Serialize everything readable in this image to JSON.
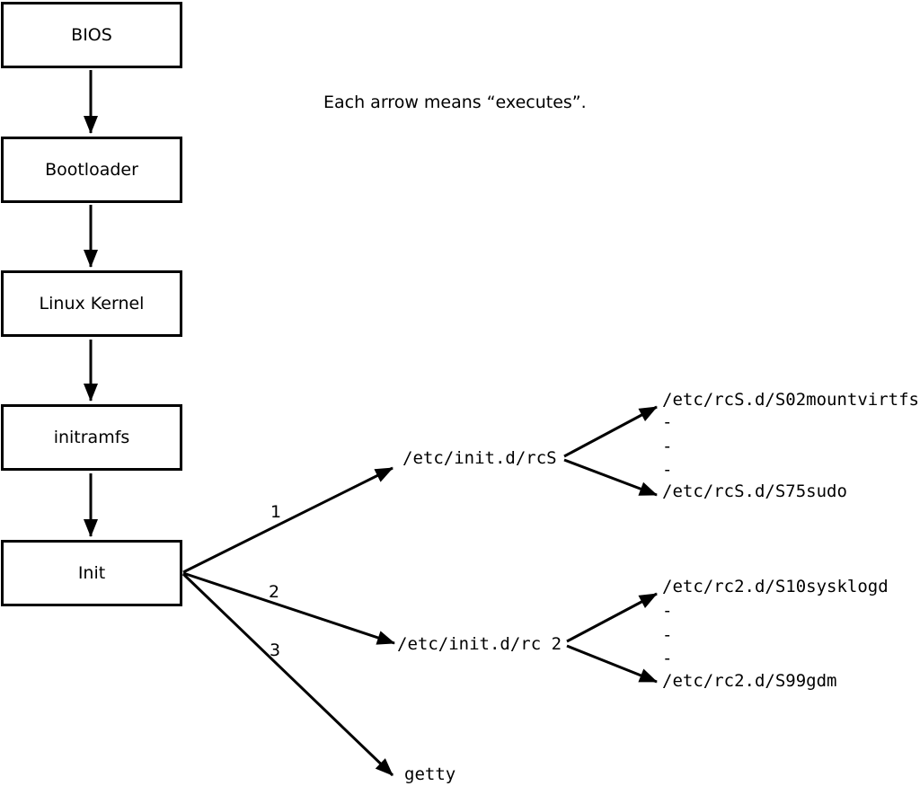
{
  "caption": "Each arrow means “executes”.",
  "boot_chain": [
    {
      "label": "BIOS"
    },
    {
      "label": "Bootloader"
    },
    {
      "label": "Linux Kernel"
    },
    {
      "label": "initramfs"
    },
    {
      "label": "Init"
    }
  ],
  "init_targets": {
    "order_labels": [
      "1",
      "2",
      "3"
    ],
    "rcS": "/etc/init.d/rcS",
    "rc2": "/etc/init.d/rc 2",
    "getty": "getty"
  },
  "rcS_scripts": {
    "first": "/etc/rcS.d/S02mountvirtfs",
    "ellipsis": [
      "-",
      "-",
      "-"
    ],
    "last": "/etc/rcS.d/S75sudo"
  },
  "rc2_scripts": {
    "first": "/etc/rc2.d/S10sysklogd",
    "ellipsis": [
      "-",
      "-",
      "-"
    ],
    "last": "/etc/rc2.d/S99gdm"
  },
  "colors": {
    "stroke": "#000000",
    "background": "#ffffff",
    "box_fill": "#ffffff",
    "text": "#000000"
  }
}
